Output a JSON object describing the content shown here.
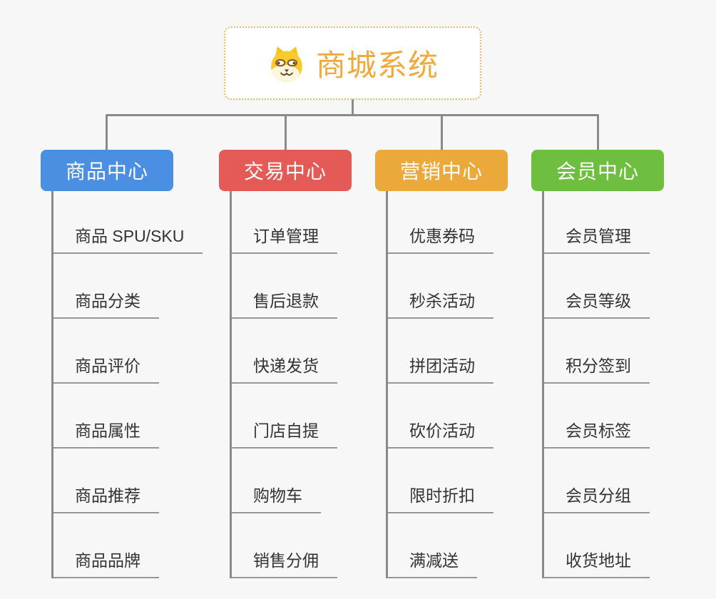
{
  "root": {
    "title": "商城系统",
    "icon": "shiba-dog-icon"
  },
  "branches": [
    {
      "label": "商品中心",
      "color": "#4a8fe2",
      "children": [
        "商品 SPU/SKU",
        "商品分类",
        "商品评价",
        "商品属性",
        "商品推荐",
        "商品品牌"
      ]
    },
    {
      "label": "交易中心",
      "color": "#e35a56",
      "children": [
        "订单管理",
        "售后退款",
        "快递发货",
        "门店自提",
        "购物车",
        "销售分佣"
      ]
    },
    {
      "label": "营销中心",
      "color": "#eba93c",
      "children": [
        "优惠券码",
        "秒杀活动",
        "拼团活动",
        "砍价活动",
        "限时折扣",
        "满减送"
      ]
    },
    {
      "label": "会员中心",
      "color": "#6ebe40",
      "children": [
        "会员管理",
        "会员等级",
        "积分签到",
        "会员标签",
        "会员分组",
        "收货地址"
      ]
    }
  ],
  "colors": {
    "background": "#f7f7f7",
    "connector": "#8a8a8a",
    "child_underline": "#969696",
    "child_text": "#333333",
    "root_border": "#f0bc6a",
    "root_text": "#efa93f"
  }
}
